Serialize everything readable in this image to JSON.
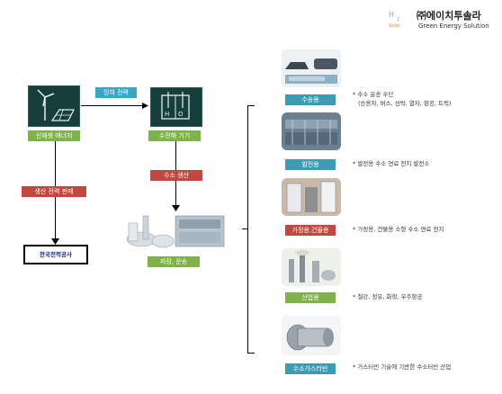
{
  "brand": {
    "logo_mark": "H Solar",
    "company": "㈜에이치투솔라",
    "tagline": "Green Energy Solution"
  },
  "nodes": {
    "renewable": "신재생 에너지",
    "electrolyzer": "수전해 기기",
    "kepco": "한국전력공사",
    "storage": "저장, 운송"
  },
  "flows": {
    "surplus_power": "잉여 전력",
    "power_sale": "생산 전력 판매",
    "hydrogen_production": "수소 생산"
  },
  "uses": [
    {
      "label": "수송용",
      "note_lines": [
        "* 수소 운송 수단",
        "(승용차, 버스, 선박, 열차, 항공, 트럭)"
      ],
      "color": "#3d9bb5"
    },
    {
      "label": "발전용",
      "note_lines": [
        "* 발전용 수소 연료 전지 발전소"
      ],
      "color": "#3d9bb5"
    },
    {
      "label": "가정용,건물용",
      "note_lines": [
        "* 가정용, 건물용 소형 수소 연료 전지"
      ],
      "color": "#c2473f"
    },
    {
      "label": "산업용",
      "note_lines": [
        "* 철강, 정유, 화학, 우주항공"
      ],
      "color": "#7fb24a"
    },
    {
      "label": "수소가스터빈",
      "note_lines": [
        "* 가스터빈 기술에 기반한 수소터빈 산업"
      ],
      "color": "#3d9bb5"
    }
  ]
}
